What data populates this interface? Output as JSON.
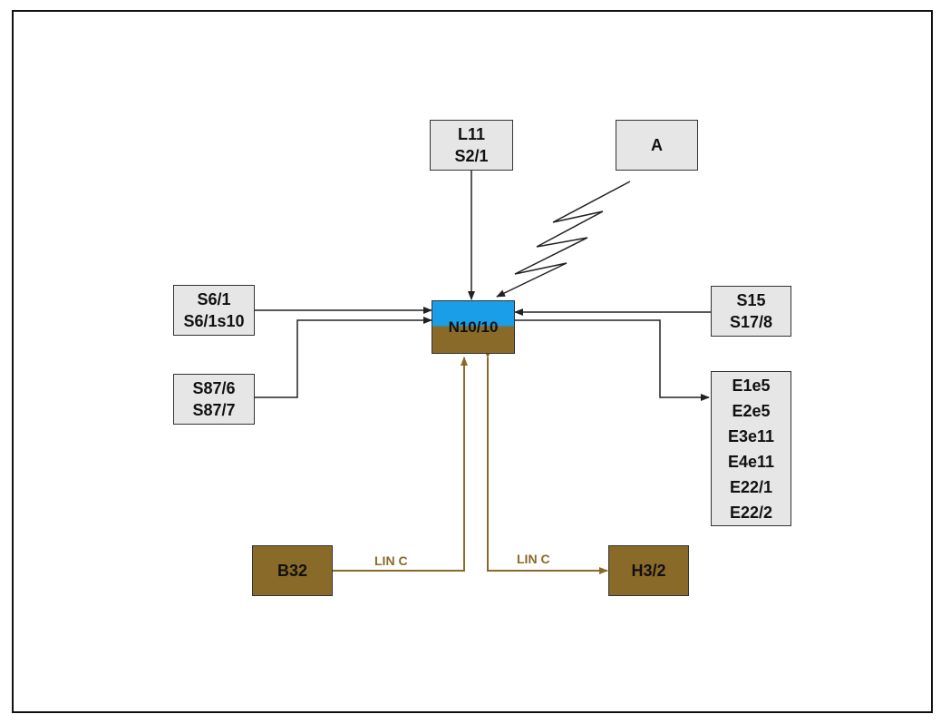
{
  "diagram": {
    "center": "N10/10",
    "top": {
      "line1": "L11",
      "line2": "S2/1"
    },
    "antenna": "A",
    "left_top": {
      "line1": "S6/1",
      "line2": "S6/1s10"
    },
    "left_bottom": {
      "line1": "S87/6",
      "line2": "S87/7"
    },
    "right_top": {
      "line1": "S15",
      "line2": "S17/8"
    },
    "right_outputs": [
      "E1e5",
      "E2e5",
      "E3e11",
      "E4e11",
      "E22/1",
      "E22/2"
    ],
    "bottom_left": "B32",
    "bottom_right": "H3/2",
    "bus_left_label": "LIN C",
    "bus_right_label": "LIN C"
  },
  "colors": {
    "module_top": "#1a9ee8",
    "lin_bus": "#8a6a28",
    "box_fill": "#e6e6e6"
  }
}
